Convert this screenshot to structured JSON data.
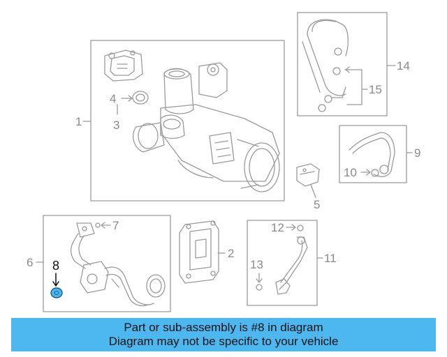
{
  "callouts": {
    "c1": "1",
    "c2": "2",
    "c3": "3",
    "c4": "4",
    "c5": "5",
    "c6": "6",
    "c7": "7",
    "c8": "8",
    "c9": "9",
    "c10": "10",
    "c11": "11",
    "c12": "12",
    "c13": "13",
    "c14": "14",
    "c15": "15"
  },
  "highlight_part": "8",
  "colors": {
    "banner": "#4db8f0",
    "highlight_fill": "#4db8f0",
    "line_art": "#9a9a9a"
  },
  "banner": {
    "line1": "Part or sub-assembly is #8 in diagram",
    "line2": "Diagram may not be specific to your vehicle"
  }
}
